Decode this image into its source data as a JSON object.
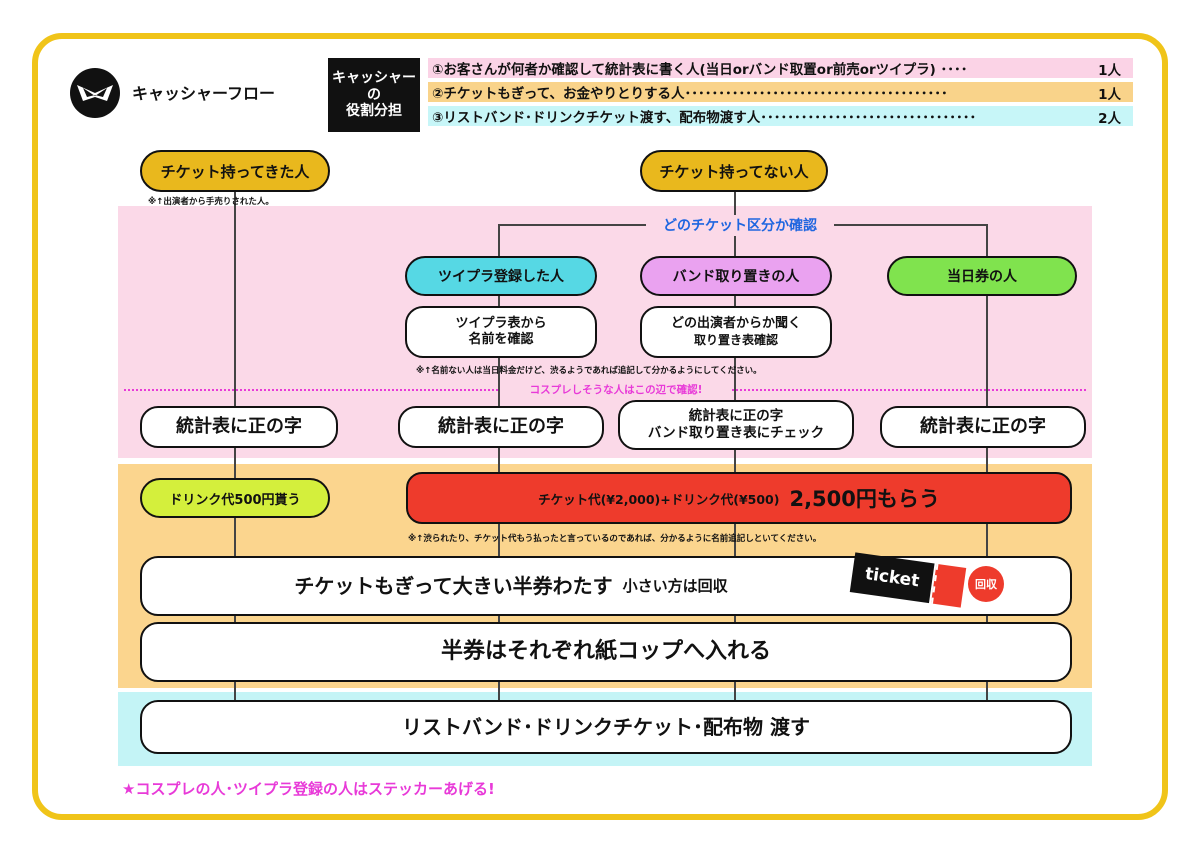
{
  "header": {
    "title": "キャッシャーフロー",
    "roles_label": [
      "キャッシャー",
      "の",
      "役割分担"
    ],
    "roles": [
      {
        "text": "①お客さんが何者か確認して統計表に書く人(当日orバンド取置or前売orツイプラ) ････",
        "count": "1人",
        "color": "#fbd3e6"
      },
      {
        "text": "②チケットもぎって、お金やりとりする人･･･････････････････････････････････････",
        "count": "1人",
        "color": "#f9d38a"
      },
      {
        "text": "③リストバンド･ドリンクチケット渡す、配布物渡す人････････････････････････････････",
        "count": "2人",
        "color": "#c7f6f8"
      }
    ]
  },
  "colors": {
    "frame": "#f0c419",
    "band_pink": "#fbd9e8",
    "band_orange": "#fbd58e",
    "band_cyan": "#c4f4f6",
    "pill_yellow": "#e9b81d",
    "pill_cyan": "#56d8e4",
    "pill_violet": "#eaa2f0",
    "pill_green": "#80e34e",
    "pill_lime": "#d4ef3c",
    "red": "#ee3b2c",
    "accent_blue": "#1f66e0",
    "accent_magenta": "#e83ad8"
  },
  "flow": {
    "has_ticket": "チケット持ってきた人",
    "has_ticket_note": "※↑出演者から手売りされた人。",
    "no_ticket": "チケット持ってない人",
    "check_type": "どのチケット区分か確認",
    "twipla": "ツイプラ登録した人",
    "band_hold": "バンド取り置きの人",
    "same_day": "当日券の人",
    "twipla_check": [
      "ツイプラ表から",
      "名前を確認"
    ],
    "band_check": [
      "どの出演者からか聞く",
      "取り置き表確認"
    ],
    "name_note": "※↑名前ない人は当日料金だけど、渋るようであれば追記して分かるようにしてください。",
    "cosplay_note": "コスプレしそうな人はこの辺で確認!",
    "tally": "統計表に正の字",
    "tally_band": [
      "統計表に正の字",
      "バンド取り置き表にチェック"
    ],
    "drink_fee": "ドリンク代500円貰う",
    "fee_small": "チケット代(¥2,000)+ドリンク代(¥500)",
    "fee_big": "2,500円もらう",
    "paid_note": "※↑渋られたり、チケット代もう払ったと言っているのであれば、分かるように名前追記しといてください。",
    "tear_ticket": "チケットもぎって大きい半券わたす",
    "tear_ticket_small": "小さい方は回収",
    "ticket_word": "ticket",
    "collect": "回収",
    "cups": "半券はそれぞれ紙コップへ入れる",
    "hand_out": "リストバンド･ドリンクチケット･配布物 渡す",
    "footer": "★コスプレの人･ツイプラ登録の人はステッカーあげる!"
  }
}
